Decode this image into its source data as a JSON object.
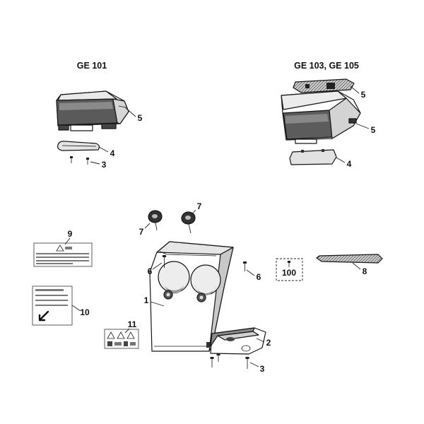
{
  "headings": {
    "ge101": "GE 101",
    "ge103_105": "GE 103, GE 105"
  },
  "callouts": {
    "ge101_hood": "5",
    "ge101_plate": "4",
    "ge101_screws": "3",
    "ge103_top_bar": "5",
    "ge103_hood": "5",
    "ge103_plate": "4",
    "knob_right": "7",
    "knob_left": "7",
    "screw_left": "6",
    "screw_right": "6",
    "housing": "1",
    "warning_decal": "9",
    "switch_decal": "10",
    "symbol_decal": "11",
    "tray": "2",
    "tray_screws": "3",
    "mesh_strip": "8",
    "screw_kit": "100"
  }
}
